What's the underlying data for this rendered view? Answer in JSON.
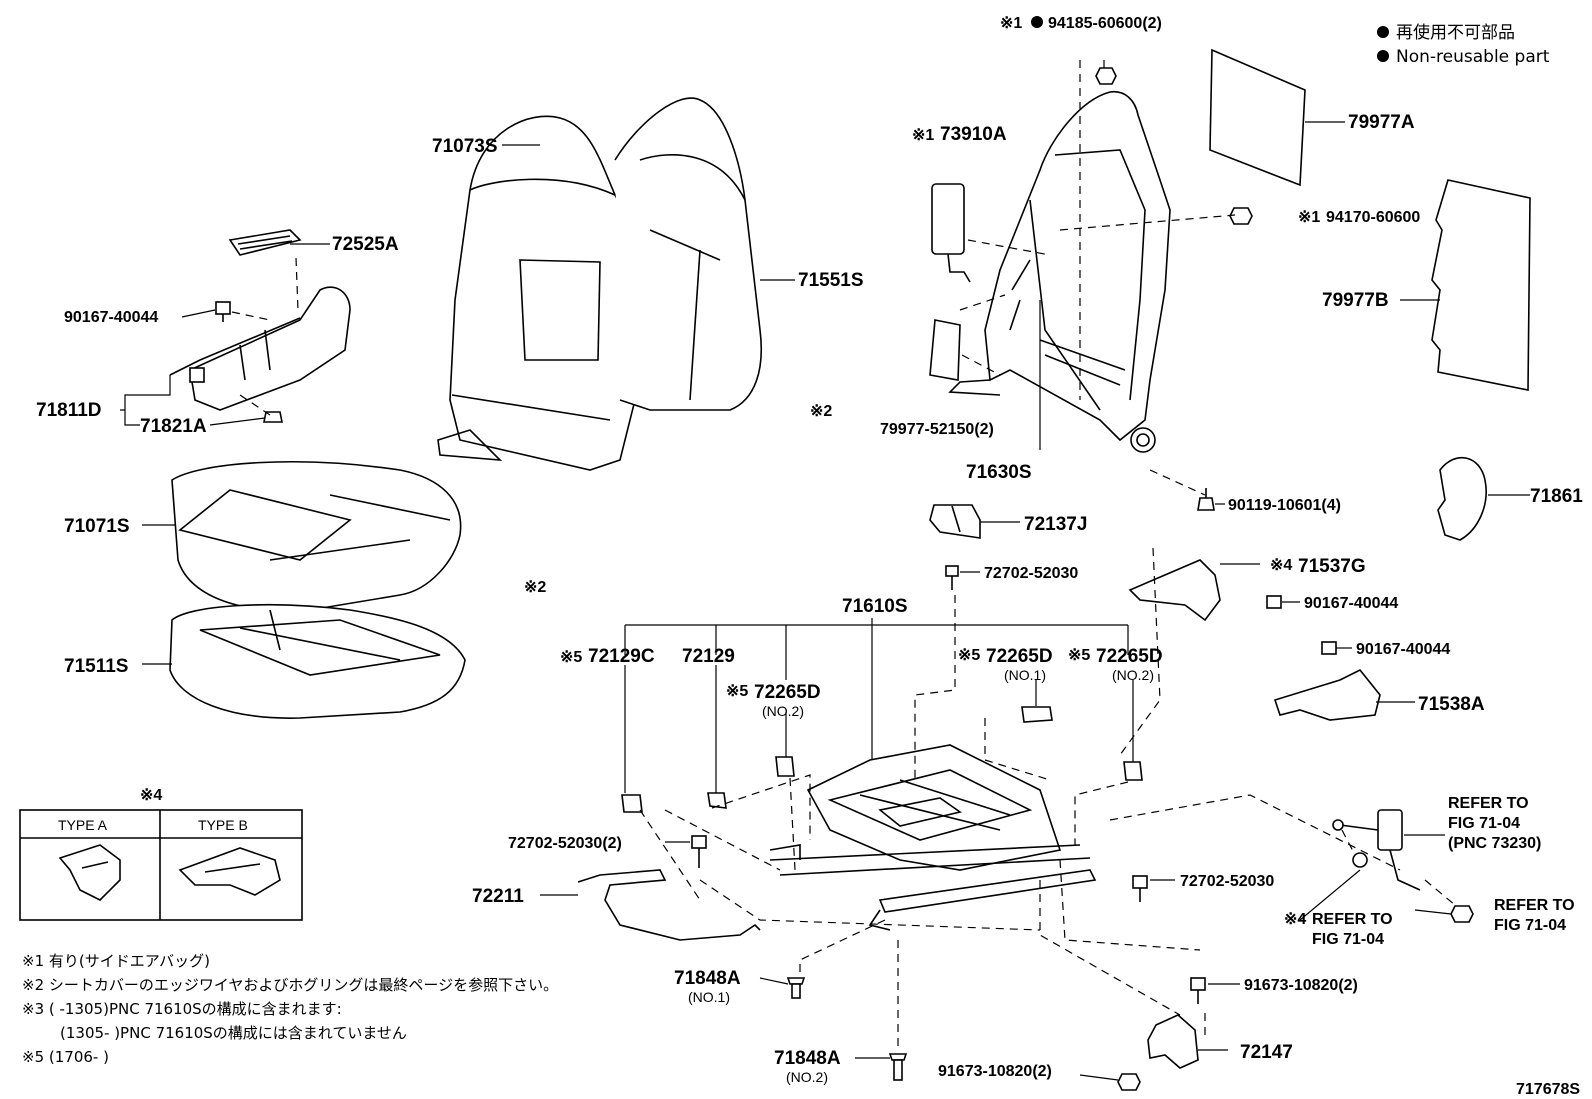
{
  "legend": {
    "jp": "再使用不可部品",
    "en": "Non-reusable part"
  },
  "labels": {
    "p94185": "94185-60600(2)",
    "p94185_mark": "※1",
    "p79977A": "79977A",
    "p73910A": "73910A",
    "p73910A_mark": "※1",
    "p94170": "94170-60600",
    "p94170_mark": "※1",
    "p71073S": "71073S",
    "p72525A": "72525A",
    "p71551S": "71551S",
    "p90167a": "90167-40044",
    "p79977B": "79977B",
    "p71811D": "71811D",
    "p71821A": "71821A",
    "p_mark2a": "※2",
    "p79977_52150": "79977-52150(2)",
    "p71630S": "71630S",
    "p71071S": "71071S",
    "p90119": "90119-10601(4)",
    "p71861": "71861",
    "p72137J": "72137J",
    "p72702a": "72702-52030",
    "p_mark2b": "※2",
    "p71537G": "71537G",
    "p71537G_mark": "※4",
    "p90167b": "90167-40044",
    "p71610S": "71610S",
    "p71511S": "71511S",
    "p72129C": "72129C",
    "p72129C_mark": "※5",
    "p72129": "72129",
    "p72265D_1": "72265D",
    "p72265D_1_mark": "※5",
    "p72265D_1_sub": "(NO.1)",
    "p72265D_2": "72265D",
    "p72265D_2_mark": "※5",
    "p72265D_2_sub": "(NO.2)",
    "p90167c": "90167-40044",
    "p72265D_3": "72265D",
    "p72265D_3_mark": "※5",
    "p72265D_3_sub": "(NO.2)",
    "p71538A": "71538A",
    "type_mark": "※4",
    "type_a": "TYPE A",
    "type_b": "TYPE B",
    "refer1_a": "REFER TO",
    "refer1_b": "FIG 71-04",
    "refer1_c": "(PNC 73230)",
    "p72702b": "72702-52030(2)",
    "p72211": "72211",
    "p72702c": "72702-52030",
    "refer2_mark": "※4",
    "refer2_a": "REFER TO",
    "refer2_b": "FIG 71-04",
    "refer3_a": "REFER TO",
    "refer3_b": "FIG 71-04",
    "p71848A_1": "71848A",
    "p71848A_1_sub": "(NO.1)",
    "p91673a": "91673-10820(2)",
    "p72147": "72147",
    "p71848A_2": "71848A",
    "p71848A_2_sub": "(NO.2)",
    "p91673b": "91673-10820(2)",
    "diagram_id": "717678S"
  },
  "notes": {
    "n1": "※1 有り(サイドエアバッグ)",
    "n2": "※2 シートカバーのエッジワイヤおよびホグリングは最終ページを参照下さい。",
    "n3a": "※3 (      -1305)PNC 71610Sの構成に含まれます:",
    "n3b": "(1305-      )PNC 71610Sの構成には含まれていません",
    "n5": "※5 (1706-        )"
  }
}
